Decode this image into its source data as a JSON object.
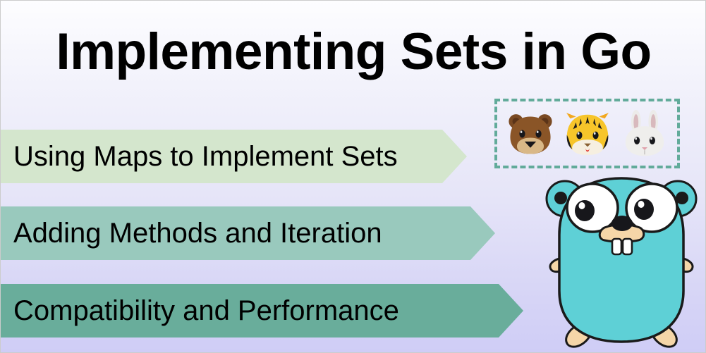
{
  "slide": {
    "title": "Implementing Sets in Go",
    "background_top_color": "#fdfdff",
    "background_bottom_color": "#cfcdf6"
  },
  "banners": [
    {
      "label": "Using Maps to Implement Sets",
      "color": "#d4e6cd",
      "name": "banner-using-maps"
    },
    {
      "label": "Adding Methods and Iteration",
      "color": "#99c9bd",
      "name": "banner-adding-methods"
    },
    {
      "label": "Compatibility and Performance",
      "color": "#69ad9b",
      "name": "banner-compatibility"
    }
  ],
  "emoji_box": {
    "border_color": "#62ab9a",
    "border_style": "dashed",
    "items": [
      {
        "name": "bear-face-emoji",
        "label": "bear"
      },
      {
        "name": "tiger-face-emoji",
        "label": "tiger"
      },
      {
        "name": "rabbit-face-emoji",
        "label": "rabbit"
      }
    ]
  },
  "mascot": {
    "name": "go-gopher-mascot",
    "body_color": "#5ed0d6",
    "limb_color": "#f5d6a8",
    "outline_color": "#1a1a1a"
  }
}
